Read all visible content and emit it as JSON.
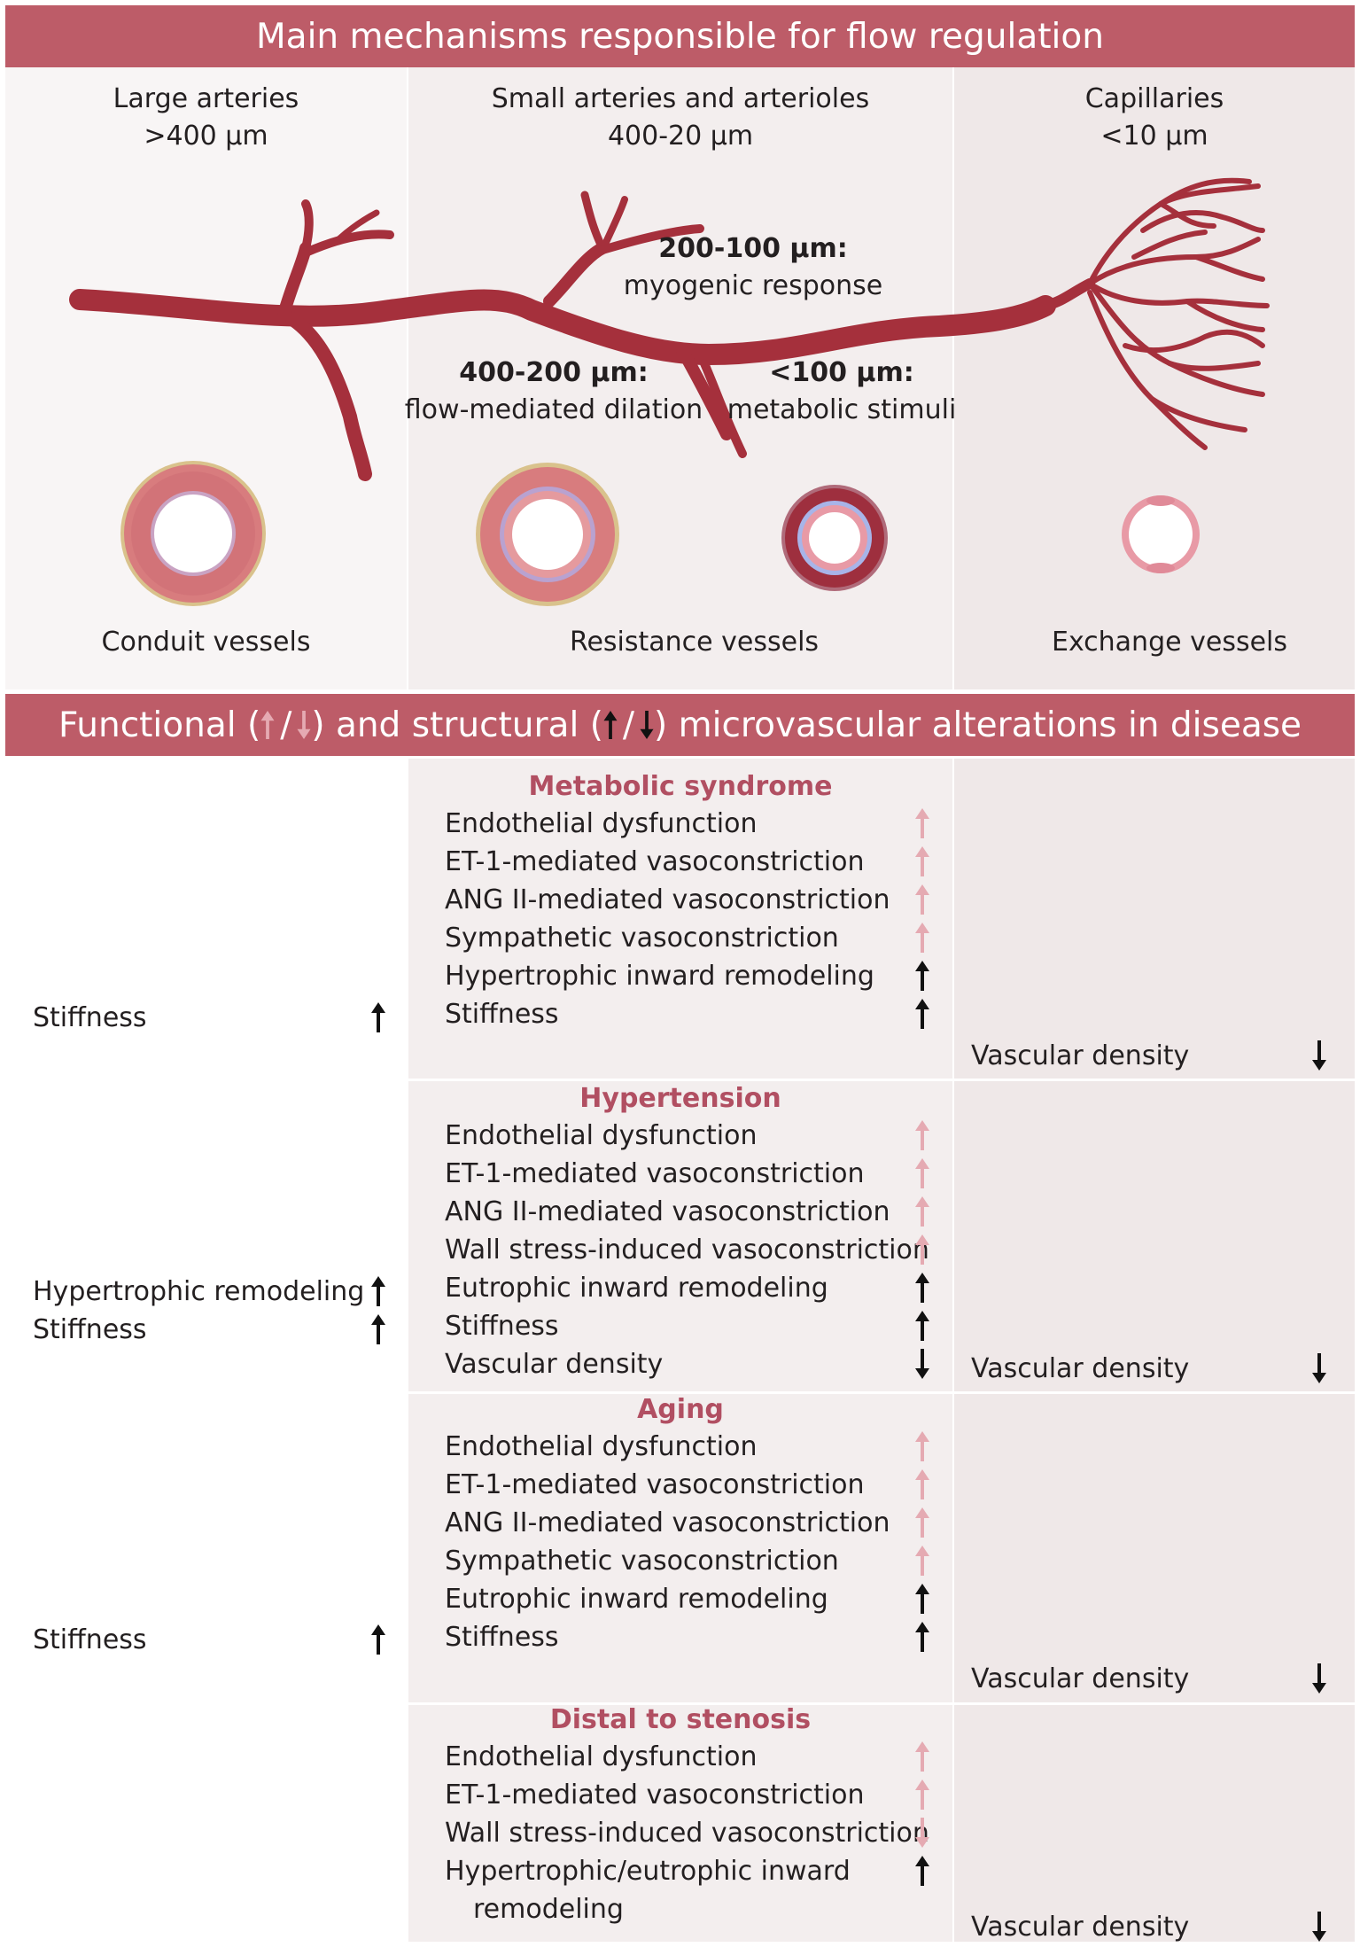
{
  "top_banner": "Main mechanisms responsible for flow regulation",
  "columns": [
    {
      "line1": "Large arteries",
      "line2": ">400 µm",
      "vessel_type": "Conduit vessels"
    },
    {
      "line1": "Small arteries and arterioles",
      "line2": "400-20 µm",
      "vessel_type": "Resistance vessels"
    },
    {
      "line1": "Capillaries",
      "line2": "<10 µm",
      "vessel_type": "Exchange vessels"
    }
  ],
  "mechanisms": [
    {
      "size": "200-100 µm:",
      "text": "myogenic response"
    },
    {
      "size": "400-200 µm:",
      "text": "flow-mediated dilation"
    },
    {
      "size": "<100 µm:",
      "text": "metabolic stimuli"
    }
  ],
  "bottom_banner": {
    "part1": "Functional (",
    "sep1": "/",
    "part2": ") and structural (",
    "sep2": "/",
    "part3": ") microvascular alterations in disease"
  },
  "colors": {
    "banner": "#bd5c68",
    "title": "#b14f62",
    "functional_arrow": "#e5aab2",
    "structural_arrow": "#111111",
    "vessel": "#a5303c"
  },
  "groups": [
    {
      "title": "Metabolic syndrome",
      "large": [
        {
          "text": "Stiffness",
          "dir": "up",
          "kind": "structural"
        }
      ],
      "small": [
        {
          "text": "Endothelial dysfunction",
          "dir": "up",
          "kind": "functional"
        },
        {
          "text": "ET-1-mediated vasoconstriction",
          "dir": "up",
          "kind": "functional"
        },
        {
          "text": "ANG II-mediated vasoconstriction",
          "dir": "up",
          "kind": "functional"
        },
        {
          "text": "Sympathetic vasoconstriction",
          "dir": "up",
          "kind": "functional"
        },
        {
          "text": "Hypertrophic inward remodeling",
          "dir": "up",
          "kind": "structural"
        },
        {
          "text": "Stiffness",
          "dir": "up",
          "kind": "structural"
        }
      ],
      "cap": [
        {
          "text": "Vascular density",
          "dir": "down",
          "kind": "structural"
        }
      ]
    },
    {
      "title": "Hypertension",
      "large": [
        {
          "text": "Hypertrophic remodeling",
          "dir": "up",
          "kind": "structural"
        },
        {
          "text": "Stiffness",
          "dir": "up",
          "kind": "structural"
        }
      ],
      "small": [
        {
          "text": "Endothelial dysfunction",
          "dir": "up",
          "kind": "functional"
        },
        {
          "text": "ET-1-mediated vasoconstriction",
          "dir": "up",
          "kind": "functional"
        },
        {
          "text": "ANG II-mediated vasoconstriction",
          "dir": "up",
          "kind": "functional"
        },
        {
          "text": "Wall stress-induced vasoconstriction",
          "dir": "up",
          "kind": "functional"
        },
        {
          "text": "Eutrophic inward remodeling",
          "dir": "up",
          "kind": "structural"
        },
        {
          "text": "Stiffness",
          "dir": "up",
          "kind": "structural"
        },
        {
          "text": "Vascular density",
          "dir": "down",
          "kind": "structural"
        }
      ],
      "cap": [
        {
          "text": "Vascular density",
          "dir": "down",
          "kind": "structural"
        }
      ]
    },
    {
      "title": "Aging",
      "large": [
        {
          "text": "Stiffness",
          "dir": "up",
          "kind": "structural"
        }
      ],
      "small": [
        {
          "text": "Endothelial dysfunction",
          "dir": "up",
          "kind": "functional"
        },
        {
          "text": "ET-1-mediated vasoconstriction",
          "dir": "up",
          "kind": "functional"
        },
        {
          "text": "ANG II-mediated vasoconstriction",
          "dir": "up",
          "kind": "functional"
        },
        {
          "text": "Sympathetic vasoconstriction",
          "dir": "up",
          "kind": "functional"
        },
        {
          "text": "Eutrophic inward remodeling",
          "dir": "up",
          "kind": "structural"
        },
        {
          "text": "Stiffness",
          "dir": "up",
          "kind": "structural"
        }
      ],
      "cap": [
        {
          "text": "Vascular density",
          "dir": "down",
          "kind": "structural"
        }
      ]
    },
    {
      "title": "Distal to stenosis",
      "large": [],
      "small": [
        {
          "text": "Endothelial dysfunction",
          "dir": "up",
          "kind": "functional"
        },
        {
          "text": "ET-1-mediated vasoconstriction",
          "dir": "up",
          "kind": "functional"
        },
        {
          "text": "Wall stress-induced vasoconstriction",
          "dir": "down",
          "kind": "functional"
        },
        {
          "text": "Hypertrophic/eutrophic inward",
          "dir": "up",
          "kind": "structural"
        },
        {
          "text": "remodeling",
          "indent": true
        }
      ],
      "cap": [
        {
          "text": "Vascular density",
          "dir": "down",
          "kind": "structural"
        }
      ]
    }
  ]
}
